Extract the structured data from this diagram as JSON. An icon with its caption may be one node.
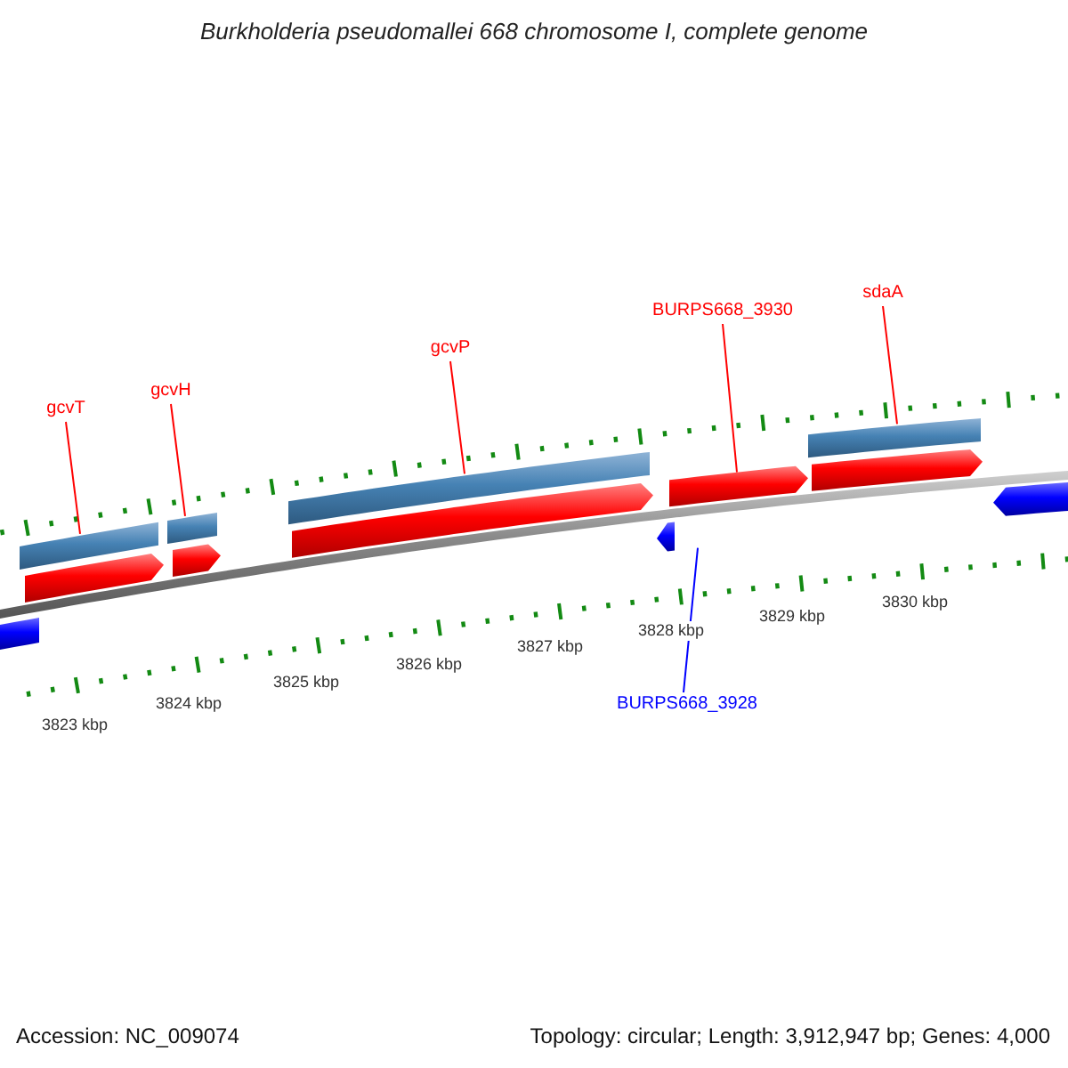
{
  "diagram": {
    "title": "Burkholderia pseudomallei 668 chromosome I, complete genome",
    "nodes": [
      {
        "text": [
          "gcvT"
        ]
      },
      {
        "text": [
          "gcvH"
        ]
      },
      {
        "text": [
          "gcvP"
        ]
      },
      {
        "text": [
          "BURPS668_3930"
        ]
      },
      {
        "text": [
          "sdaA"
        ]
      },
      {
        "text": [
          "BURPS668_3928"
        ]
      },
      {
        "text": [],
        "shape": "bar"
      },
      {
        "text": [],
        "shape": "bar"
      },
      {
        "text": [],
        "shape": "bar"
      },
      {
        "text": [],
        "shape": "bar"
      },
      {
        "text": [],
        "shape": "arrow"
      },
      {
        "text": [],
        "shape": "arrow"
      },
      {
        "text": [],
        "shape": "arrow"
      },
      {
        "text": [],
        "shape": "arrow"
      },
      {
        "text": [],
        "shape": "arrow"
      },
      {
        "text": [],
        "shape": "bar"
      },
      {
        "text": [],
        "shape": "arrow"
      },
      {
        "text": [],
        "shape": "arrow"
      }
    ],
    "edges": [
      {
        "from": 0,
        "to": 6,
        "arrow": "none"
      },
      {
        "from": 1,
        "to": 7,
        "arrow": "none"
      },
      {
        "from": 2,
        "to": 8,
        "arrow": "none"
      },
      {
        "from": 3,
        "to": 13,
        "arrow": "none"
      },
      {
        "from": 4,
        "to": 9,
        "arrow": "none"
      },
      {
        "from": 5,
        "to": 16,
        "arrow": "none",
        "color": "#0000ff"
      }
    ],
    "labels": [
      "3823 kbp",
      "3824 kbp",
      "3825 kbp",
      "3826 kbp",
      "3827 kbp",
      "3828 kbp",
      "3829 kbp",
      "3830 kbp",
      "Accession: NC_009074",
      "Topology: circular; Length: 3,912,947 bp; Genes: 4,000"
    ]
  }
}
